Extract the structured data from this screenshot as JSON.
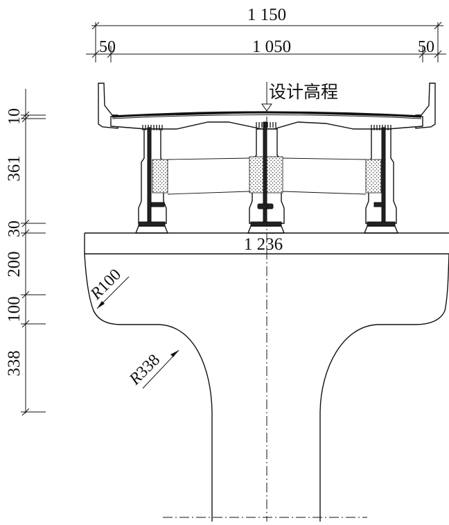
{
  "dimensions": {
    "top_total": "1 150",
    "left_edge": "50",
    "middle": "1 050",
    "right_edge": "50",
    "cap_width": "1 236",
    "v_10": "10",
    "v_361": "361",
    "v_30": "30",
    "v_200": "200",
    "v_100": "100",
    "v_338": "338"
  },
  "radii": {
    "r1_prefix": "R",
    "r1_value": "100",
    "r2_prefix": "R",
    "r2_value": "338"
  },
  "annotations": {
    "design_elevation": "设计高程"
  }
}
